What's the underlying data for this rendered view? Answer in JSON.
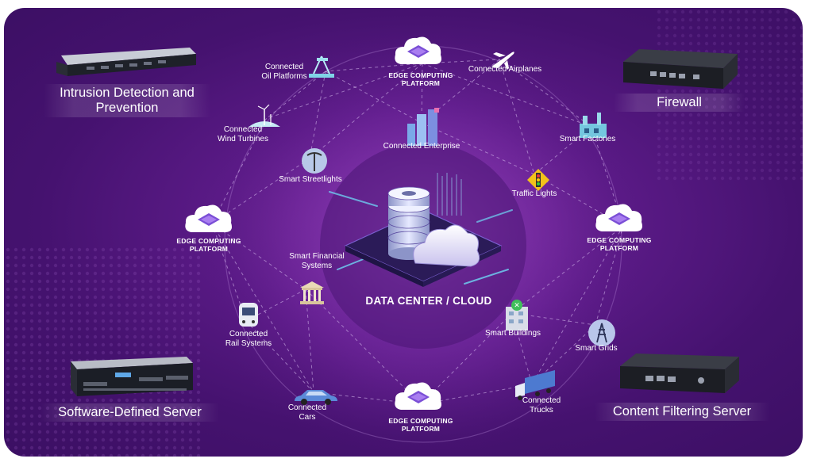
{
  "center": {
    "title": "DATA CENTER / CLOUD"
  },
  "platforms": [
    {
      "id": "top",
      "label": "EDGE COMPUTING\nPLATFORM"
    },
    {
      "id": "left",
      "label": "EDGE COMPUTING\nPLATFORM"
    },
    {
      "id": "right",
      "label": "EDGE COMPUTING\nPLATFORM"
    },
    {
      "id": "bottom",
      "label": "EDGE COMPUTING\nPLATFORM"
    }
  ],
  "nodes": {
    "oil": "Connected\nOil Platforms",
    "airplanes": "Connected Airplanes",
    "wind": "Connected\nWind Turbines",
    "enterprise": "Connected Enterprise",
    "factories": "Smart Factories",
    "streetlights": "Smart Streetlights",
    "traffic": "Traffic Lights",
    "financial": "Smart Financial\nSystems",
    "rail": "Connected\nRail Systems",
    "buildings": "Smart Buildings",
    "grids": "Smart Grids",
    "cars": "Connected\nCars",
    "trucks": "Connected\nTrucks"
  },
  "devices": {
    "ids": "Intrusion Detection and\nPrevention",
    "firewall": "Firewall",
    "sds": "Software-Defined Server",
    "cfs": "Content Filtering Server"
  },
  "colors": {
    "bg_dark": "#3b0f63",
    "bg_mid": "#6a2596",
    "line": "#c9a6e6",
    "cloud_core": "#7b4fd6",
    "accent_cyan": "#5fd3f2"
  }
}
